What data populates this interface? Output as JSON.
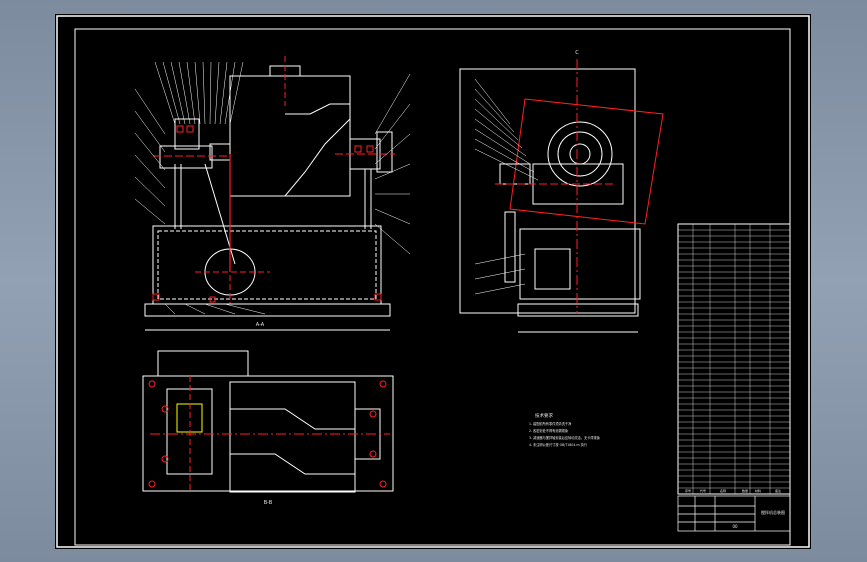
{
  "sheet": {
    "background": "#000000",
    "frame_color": "#ffffff",
    "centerline_color": "#ff2020",
    "highlight_color": "#ffff00"
  },
  "views": {
    "front_caption": "A-A",
    "plan_caption": "B-B",
    "side_caption": "C"
  },
  "notes": {
    "heading": "技术要求",
    "lines": [
      "1. 装配前所有零件须清洗干净",
      "2. 各密封处不得有渗漏现象",
      "3. 减速器与搅拌轴安装后应转动灵活，无卡滞现象",
      "4. 未注明公差尺寸按 GB/T1804-m 执行"
    ]
  },
  "parts_list": {
    "headers": [
      "序号",
      "代号",
      "名称",
      "数量",
      "材料",
      "备注"
    ]
  },
  "title_block": {
    "title": "搅拌机总装图",
    "drawing_no": "00"
  }
}
